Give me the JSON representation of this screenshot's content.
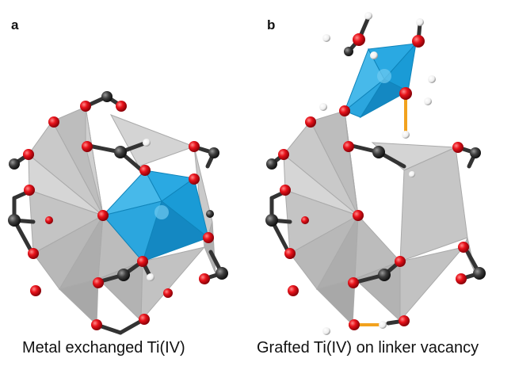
{
  "panels": [
    {
      "letter": "a",
      "caption": "Metal exchanged Ti(IV)"
    },
    {
      "letter": "b",
      "caption": "Grafted Ti(IV) on linker vacancy"
    }
  ],
  "colors": {
    "oxygen": "#e8121a",
    "carbon": "#3d3d3d",
    "hydrogen": "#f4f4f4",
    "zr_polyhedron": "#bdbdbd",
    "ti_polyhedron": "#1ea7e1",
    "hydrogen_bond": "#f2a21e"
  }
}
